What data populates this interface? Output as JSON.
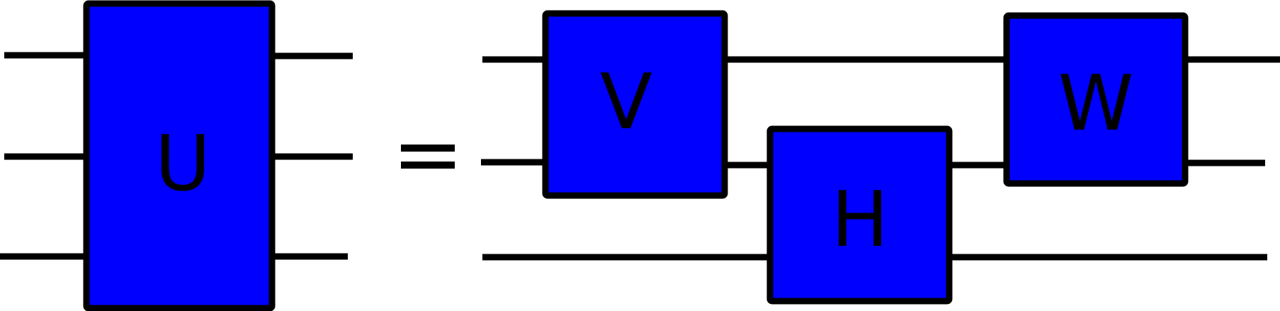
{
  "colors": {
    "gate_fill": "#0000ff",
    "line": "#000000",
    "background": "#ffffff"
  },
  "circuit": {
    "lhs_gate_label": "U",
    "equals_symbol": "=",
    "rhs_gates": [
      {
        "label": "V"
      },
      {
        "label": "H"
      },
      {
        "label": "W"
      }
    ]
  }
}
